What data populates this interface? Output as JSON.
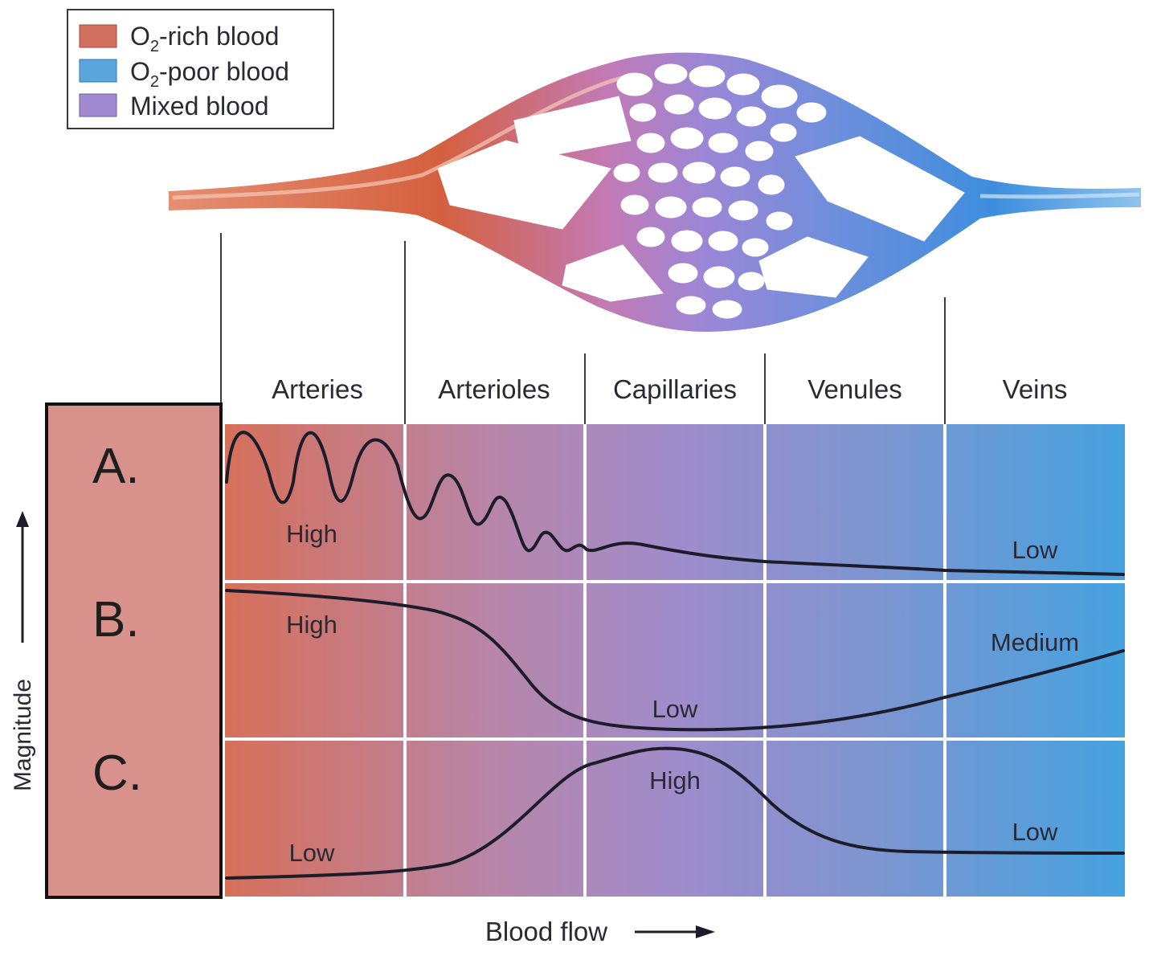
{
  "legend": {
    "items": [
      {
        "key": "o2_rich",
        "prefix": "O",
        "sub": "2",
        "suffix": "-rich blood",
        "color": "#d2705f"
      },
      {
        "key": "o2_poor",
        "prefix": "O",
        "sub": "2",
        "suffix": "-poor blood",
        "color": "#5aa6dc"
      },
      {
        "key": "mixed",
        "prefix": "",
        "sub": "",
        "suffix": "Mixed blood",
        "color": "#a08ad0"
      }
    ]
  },
  "columns": [
    "Arteries",
    "Arterioles",
    "Capillaries",
    "Venules",
    "Veins"
  ],
  "rows": [
    {
      "letter": "A.",
      "labels": [
        "High",
        "Low"
      ]
    },
    {
      "letter": "B.",
      "labels": [
        "High",
        "Low",
        "Medium"
      ]
    },
    {
      "letter": "C.",
      "labels": [
        "Low",
        "High",
        "Low"
      ]
    }
  ],
  "axes": {
    "y_label": "Magnitude",
    "x_label": "Blood flow"
  },
  "colors": {
    "artery_red": "#d6705a",
    "vein_blue": "#4aa3db",
    "mixed_purple": "#9a82c9",
    "letter_panel": "#d9918c",
    "curve": "#1c1c2a"
  }
}
